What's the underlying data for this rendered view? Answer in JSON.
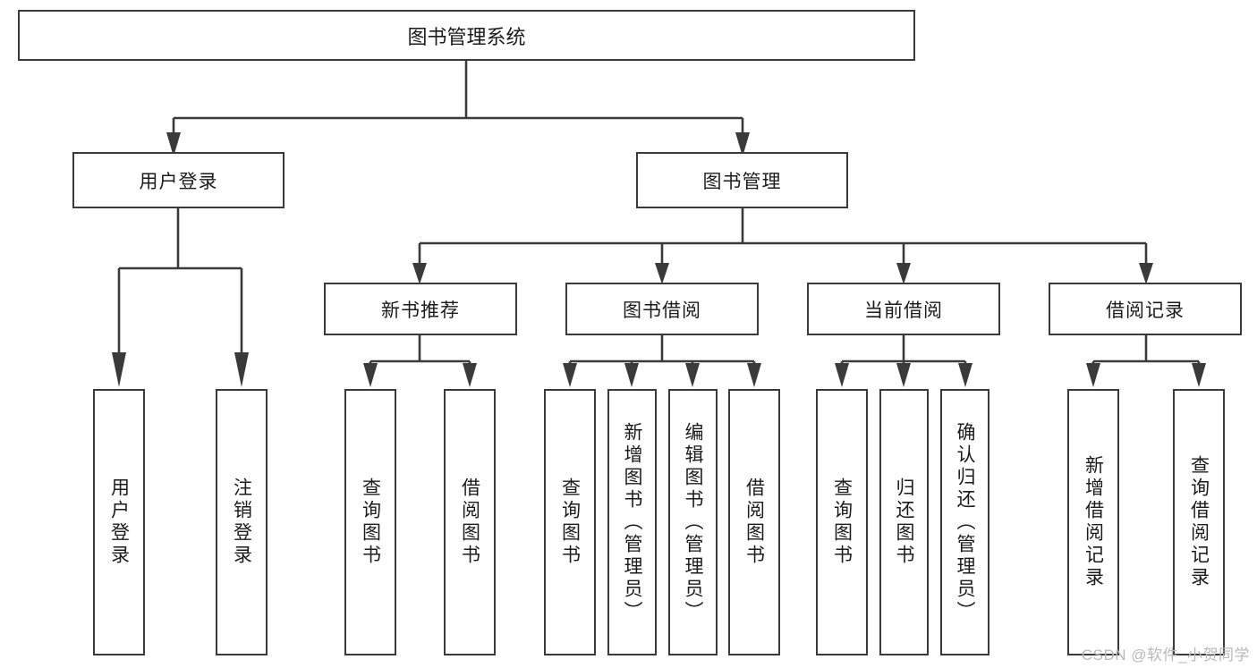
{
  "diagram": {
    "title": "图书管理系统",
    "type": "tree-hierarchy",
    "watermark": "CSDN @软件_小贺同学",
    "colors": {
      "stroke": "#3a3a3a",
      "fill": "#ffffff",
      "text": "#1b1b1b",
      "watermark": "#b9b9b9"
    },
    "nodes": {
      "root": {
        "label": "图书管理系统"
      },
      "level2": [
        {
          "label": "用户登录"
        },
        {
          "label": "图书管理"
        }
      ],
      "level3": [
        {
          "label": "新书推荐"
        },
        {
          "label": "图书借阅"
        },
        {
          "label": "当前借阅"
        },
        {
          "label": "借阅记录"
        }
      ],
      "leaves": {
        "user_login": [
          {
            "label": "用户登录"
          },
          {
            "label": "注销登录"
          }
        ],
        "new_book_recommend": [
          {
            "label": "查询图书"
          },
          {
            "label": "借阅图书"
          }
        ],
        "book_borrow": [
          {
            "label": "查询图书"
          },
          {
            "label": "新增图书（管理员）"
          },
          {
            "label": "编辑图书（管理员）"
          },
          {
            "label": "借阅图书"
          }
        ],
        "current_borrow": [
          {
            "label": "查询图书"
          },
          {
            "label": "归还图书"
          },
          {
            "label": "确认归还（管理员）"
          }
        ],
        "borrow_record": [
          {
            "label": "新增借阅记录"
          },
          {
            "label": "查询借阅记录"
          }
        ]
      }
    }
  }
}
